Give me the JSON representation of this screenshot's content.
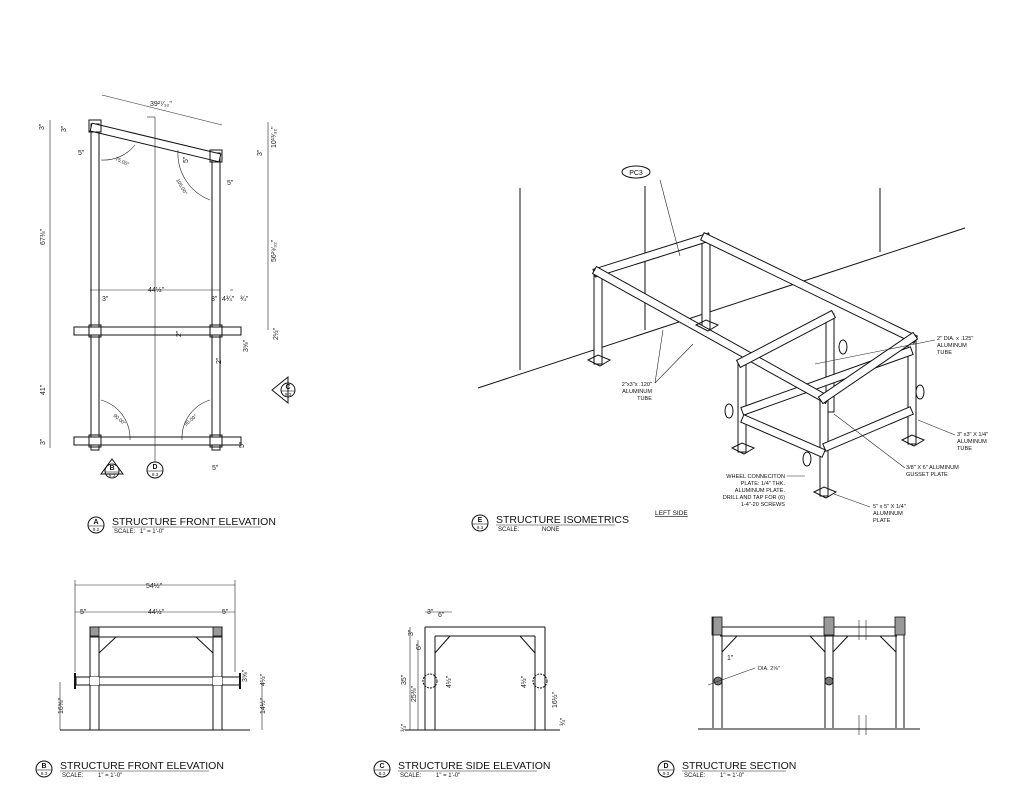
{
  "views": {
    "A": {
      "letter": "A",
      "sheet": "9.2",
      "title": "STRUCTURE FRONT ELEVATION",
      "scale_label": "SCALE:",
      "scale": "1\" = 1'-0\""
    },
    "E": {
      "letter": "E",
      "sheet": "9.3",
      "title": "STRUCTURE ISOMETRICS",
      "scale_label": "SCALE:",
      "scale": "NONE"
    },
    "B": {
      "letter": "B",
      "sheet": "9.3",
      "title": "STRUCTURE FRONT ELEVATION",
      "scale_label": "SCALE:",
      "scale": "1\" = 1'-0\""
    },
    "C": {
      "letter": "C",
      "sheet": "9.3",
      "title": "STRUCTURE SIDE ELEVATION",
      "scale_label": "SCALE:",
      "scale": "1\" = 1'-0\""
    },
    "D": {
      "letter": "D",
      "sheet": "9.3",
      "title": "STRUCTURE SECTION",
      "scale_label": "SCALE:",
      "scale": "1\" = 1'-0\""
    }
  },
  "view_a_dims": {
    "top_length": "39²⁷⁄₃₂\"",
    "left_top": "3\"",
    "left_top2": "3\"",
    "left_height": "67⅜\"",
    "left_lower": "41\"",
    "left_bottom": "3\"",
    "right_top": "10¹³⁄₃₂\"",
    "right_top2": "3\"",
    "right_height": "56²⁹⁄₃₂\"",
    "right_rail": "2½\"",
    "rail_drop": "3⅝\"",
    "span": "44½\"",
    "post_left": "3\"",
    "post_right": "3\"",
    "offset1": "4¾\"",
    "offset2": "¾\"",
    "rail_mid": "2\"",
    "rail_low": "2\"",
    "top_left_5": "5\"",
    "top_right_5": "5\"",
    "bottom_right_5": "5\"",
    "bottom_5": "5\"",
    "angle_tl": "75.00°",
    "angle_tr": "105.00°",
    "angle_bl": "90.00°",
    "angle_br": "90.00°"
  },
  "markers": {
    "B": "B",
    "D": "D",
    "C": "C",
    "sheet": "9.3"
  },
  "view_e": {
    "tag": "PC3",
    "callout_round_tube": [
      "2\" DIA. x .125\"",
      "ALUMINUM",
      "TUBE"
    ],
    "callout_rect_tube": [
      "2\"x3\"x .120\"",
      "ALUMINUM",
      "TUBE"
    ],
    "callout_square_tube": [
      "3\" x3\" X 1/4\"",
      "ALUMINUM",
      "TUBE"
    ],
    "callout_gusset": [
      "3/8\" X 6\" ALUMINUM",
      "GUSSET PLATE"
    ],
    "callout_wheel": [
      "WHEEL CONNECITON",
      "PLATE: 1/4\" THK.",
      "ALUMINUM PLATE.",
      "DRILL AND TAP FOR (6)",
      "1-4\"-20 SCREWS"
    ],
    "callout_base": [
      "5\" x 5\" X 1/4\"",
      "ALUMINUM",
      "PLATE"
    ],
    "left_side": "LEFT SIDE"
  },
  "view_b_dims": {
    "overall": "54½\"",
    "span": "44½\"",
    "left5": "5\"",
    "right5": "5\"",
    "left_h": "16⅝\"",
    "right_h": "14½\"",
    "rail": "3⅝\"",
    "plate": "4½\""
  },
  "view_c_dims": {
    "w1": "3\"",
    "w2": "6\"",
    "h1": "3\"",
    "h2": "6\"",
    "total": "35\"",
    "lower": "25⅜\"",
    "hub_l": "4½\"",
    "hub_r": "4½\"",
    "right_low": "16½\"",
    "base_l": "¾\"",
    "base_r": "¾\""
  },
  "view_d_dims": {
    "gap": "1\"",
    "dia": "DIA. 2⅝\""
  }
}
